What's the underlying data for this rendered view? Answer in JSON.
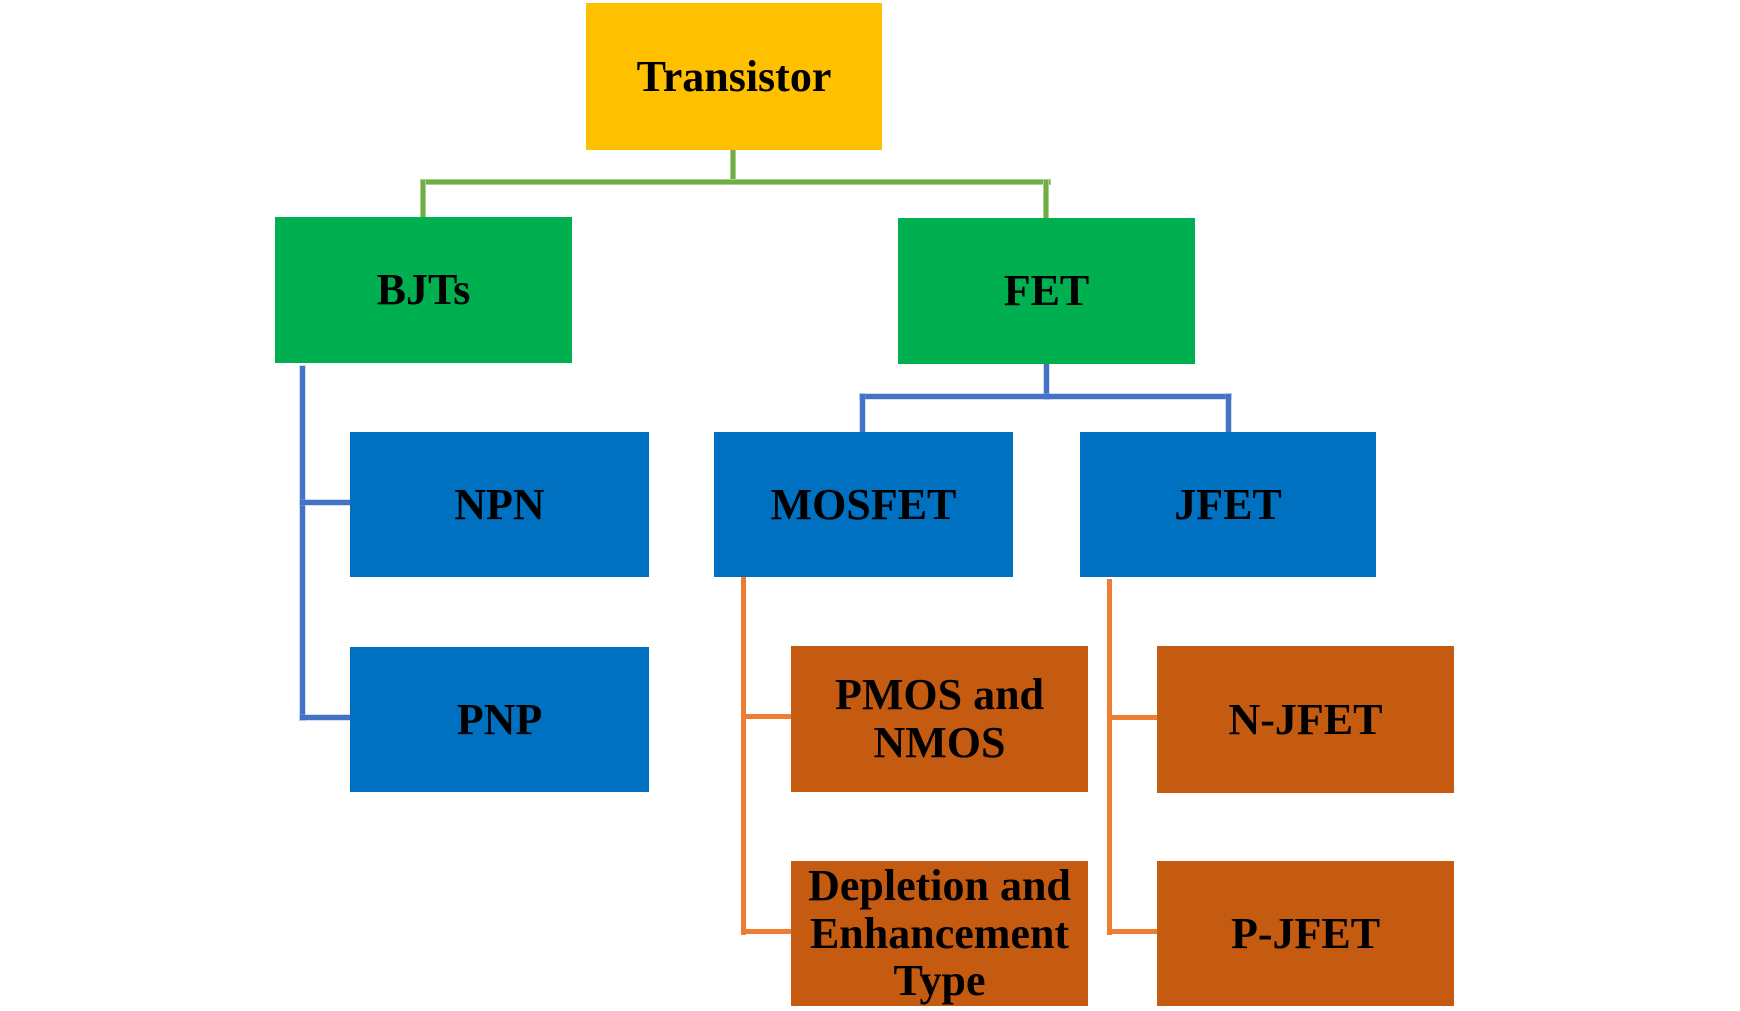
{
  "diagram": {
    "type": "hierarchy-tree",
    "background": "#FFFFFF",
    "text_color": "#000000",
    "nodes": {
      "transistor": {
        "label": "Transistor",
        "level": 1,
        "fill": "#FFC000",
        "parent": null
      },
      "bjts": {
        "label": "BJTs",
        "level": 2,
        "fill": "#00B050",
        "parent": "transistor"
      },
      "fet": {
        "label": "FET",
        "level": 2,
        "fill": "#00B050",
        "parent": "transistor"
      },
      "npn": {
        "label": "NPN",
        "level": 3,
        "fill": "#0070C0",
        "parent": "bjts"
      },
      "pnp": {
        "label": "PNP",
        "level": 3,
        "fill": "#0070C0",
        "parent": "bjts"
      },
      "mosfet": {
        "label": "MOSFET",
        "level": 3,
        "fill": "#0070C0",
        "parent": "fet"
      },
      "jfet": {
        "label": "JFET",
        "level": 3,
        "fill": "#0070C0",
        "parent": "fet"
      },
      "pmos_nmos": {
        "label": "PMOS and NMOS",
        "level": 4,
        "fill": "#C55A11",
        "parent": "mosfet"
      },
      "depletion_enhancement": {
        "label": "Depletion and Enhancement Type",
        "level": 4,
        "fill": "#C55A11",
        "parent": "mosfet"
      },
      "n_jfet": {
        "label": "N-JFET",
        "level": 4,
        "fill": "#C55A11",
        "parent": "jfet"
      },
      "p_jfet": {
        "label": "P-JFET",
        "level": 4,
        "fill": "#C55A11",
        "parent": "jfet"
      }
    },
    "connector_colors": {
      "transistor_to_bjts_fet": "#70AD47",
      "bjts_fet_to_children": "#4472C4",
      "mosfet_jfet_to_children": "#ED7D31"
    }
  }
}
